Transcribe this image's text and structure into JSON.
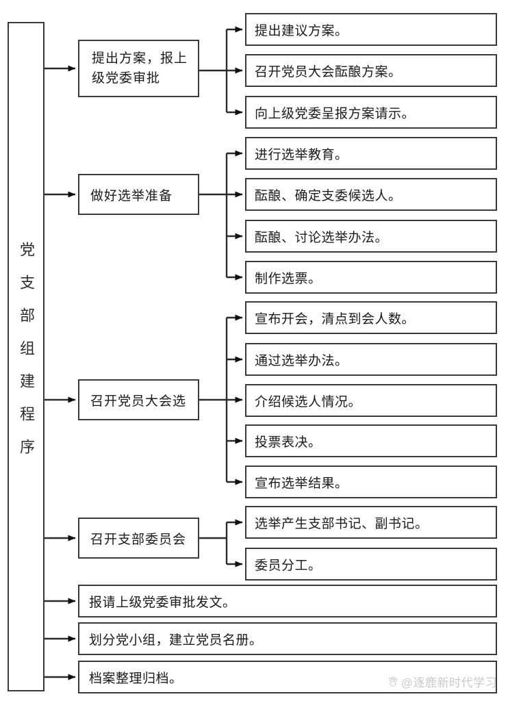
{
  "title": "党支部组建程序",
  "spine": {
    "label": "党支部组建程序"
  },
  "stages": [
    {
      "id": "stage-1",
      "label": "提出方案，报上\n级党委审批",
      "label_line1": "提出方案，报上",
      "label_line2": "级党委审批",
      "steps": [
        "提出建议方案。",
        "召开党员大会酝酿方案。",
        "向上级党委呈报方案请示。"
      ]
    },
    {
      "id": "stage-2",
      "label": "做好选举准备",
      "steps": [
        "进行选举教育。",
        "酝酿、确定支委候选人。",
        "酝酿、讨论选举办法。",
        "制作选票。"
      ]
    },
    {
      "id": "stage-3",
      "label": "召开党员大会选",
      "steps": [
        "宣布开会，清点到会人数。",
        "通过选举办法。",
        "介绍候选人情况。",
        "投票表决。",
        "宣布选举结果。"
      ]
    },
    {
      "id": "stage-4",
      "label": "召开支部委员会",
      "steps": [
        "选举产生支部书记、副书记。",
        "委员分工。"
      ]
    }
  ],
  "final_steps": [
    "报请上级党委审批发文。",
    "划分党小组，建立党员名册。",
    "档案整理归档。"
  ],
  "watermark": {
    "text": "@逐鹿新时代学习"
  },
  "colors": {
    "border": "#3a3a3a",
    "text": "#1a1a1a",
    "background": "#ffffff",
    "watermark": "#c9c9c9"
  }
}
